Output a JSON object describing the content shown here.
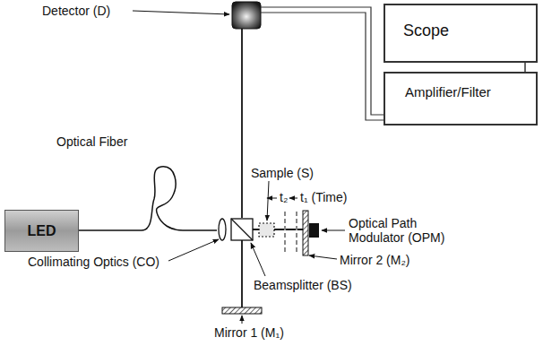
{
  "diagram": {
    "nodes": [
      {
        "text": [
          "LED"
        ]
      },
      {
        "text": [
          "Scope"
        ]
      },
      {
        "text": [
          "Amplifier/Filter"
        ]
      }
    ],
    "edges": [
      {
        "from": 2,
        "to": 1,
        "arrow": "none"
      }
    ],
    "labels": [
      "Detector (D)",
      "Optical Fiber",
      "Sample (S)",
      "t₂",
      "t₁ (Time)",
      "Optical Path Modulator (OPM)",
      "Mirror 2 (M₂)",
      "Collimating Optics (CO)",
      "Beamsplitter (BS)",
      "Mirror 1 (M₁)"
    ]
  }
}
